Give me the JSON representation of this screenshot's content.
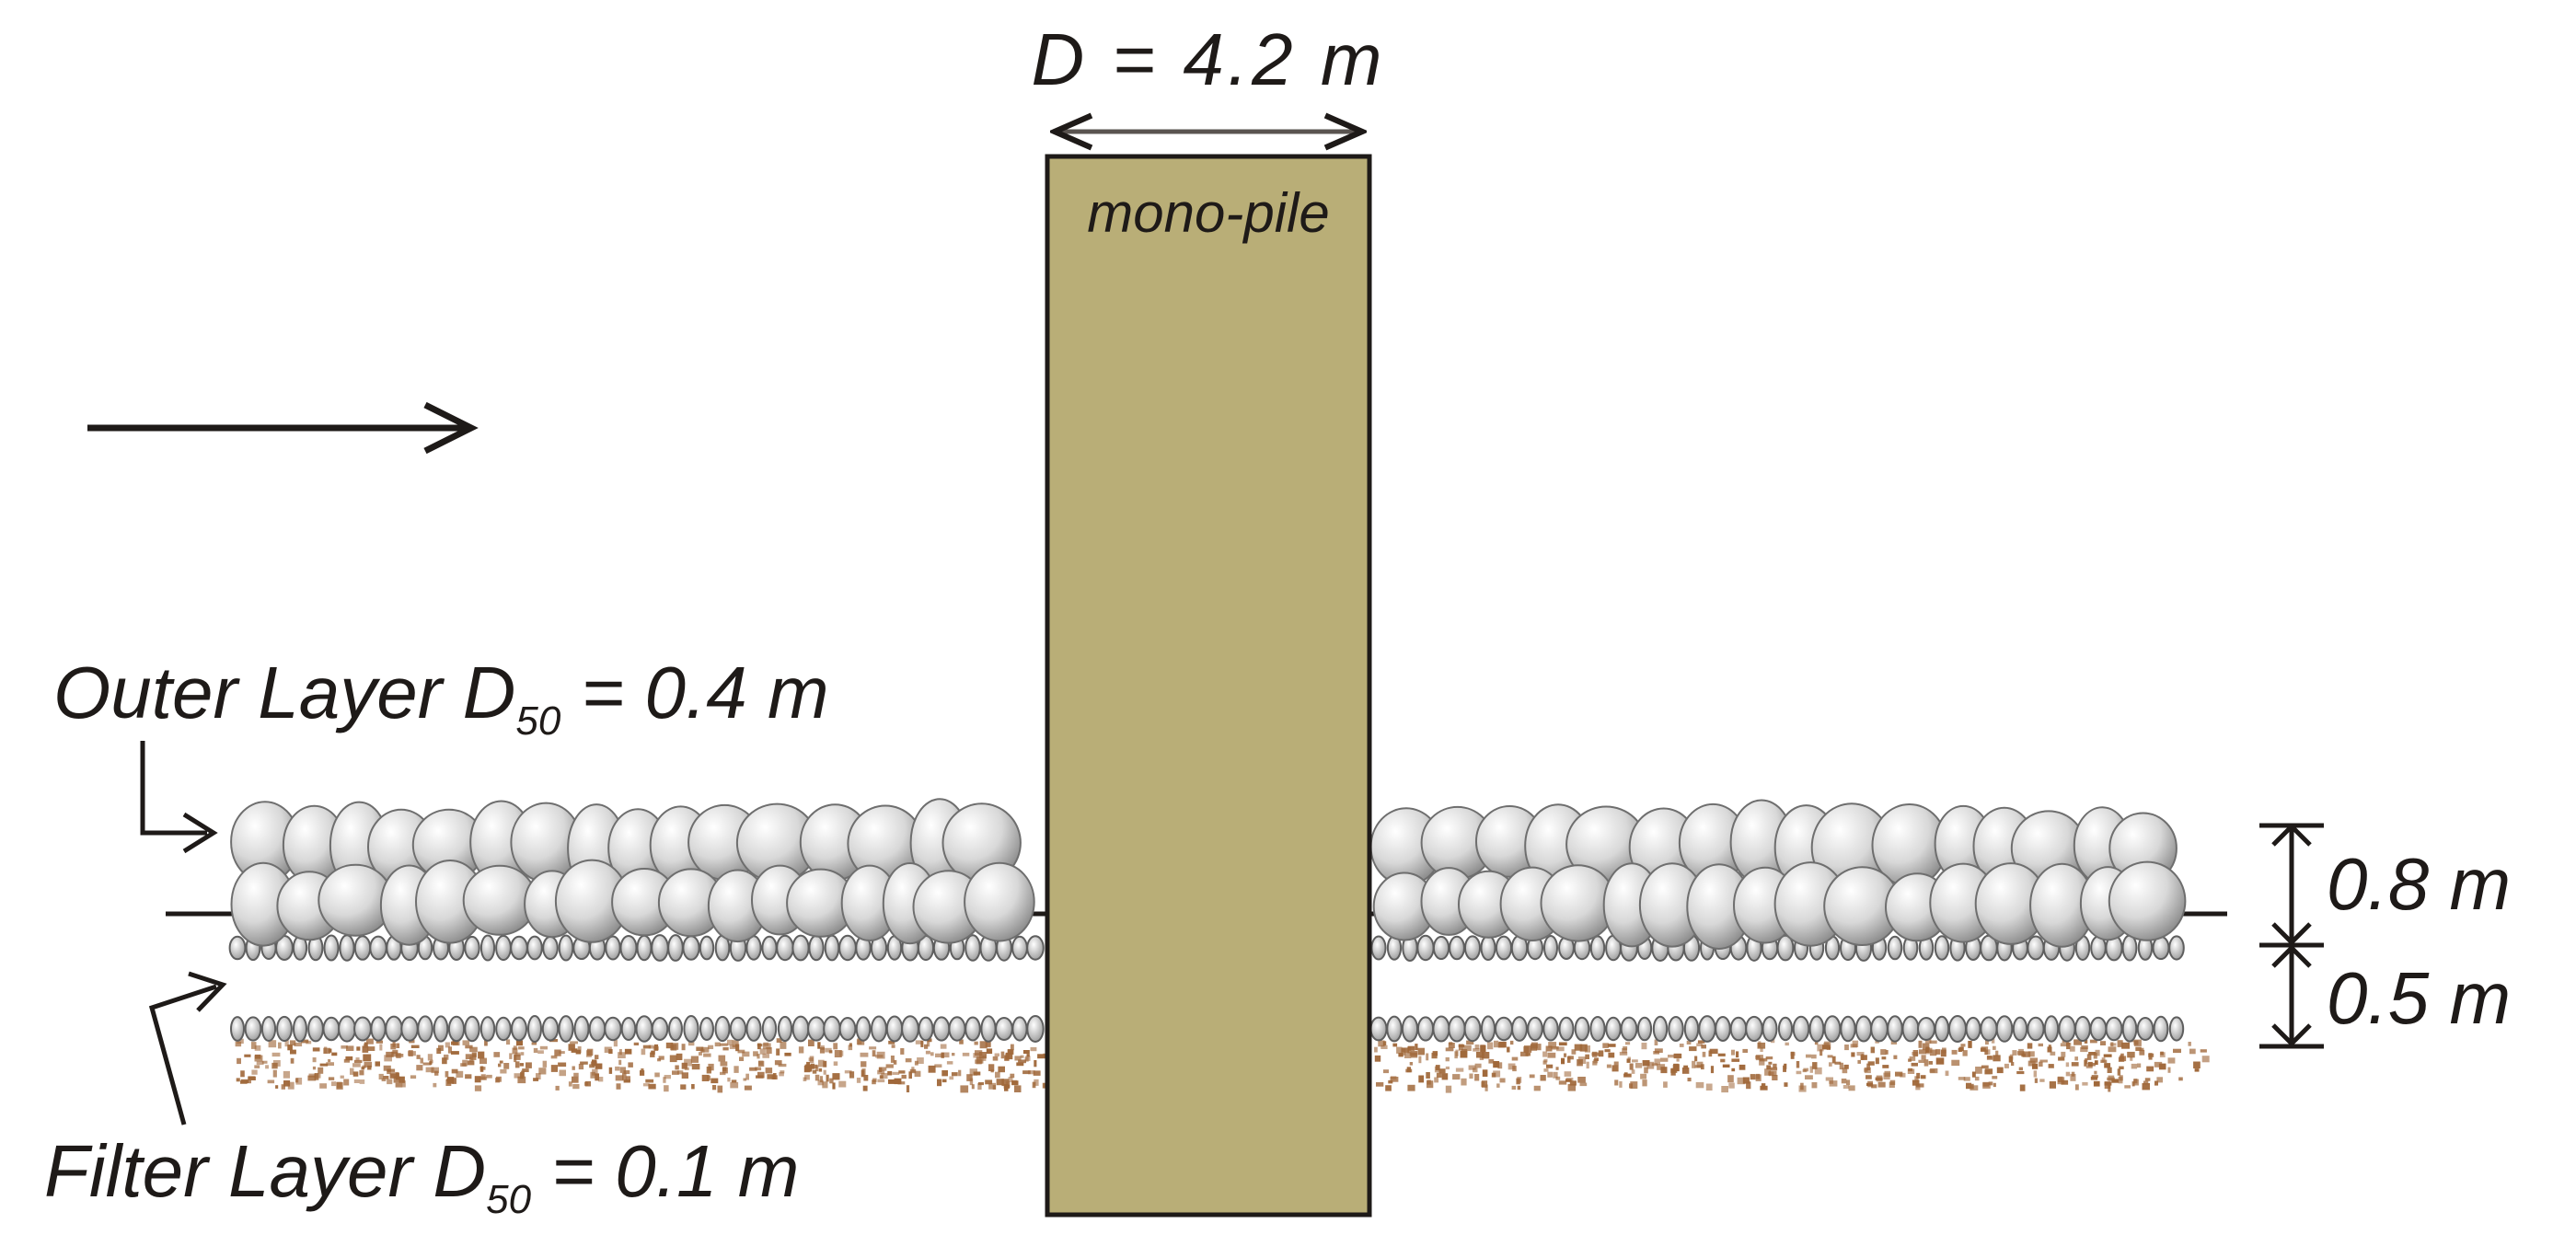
{
  "pile": {
    "diameter_label": "D = 4.2 m",
    "name": "mono-pile",
    "fill_color": "#b9ae77"
  },
  "outer_layer": {
    "label_prefix": "Outer Layer D",
    "label_sub": "50",
    "label_suffix": " = 0.4 m",
    "thickness_label": "0.8 m"
  },
  "filter_layer": {
    "label_prefix": "Filter Layer D",
    "label_sub": "50",
    "label_suffix": " = 0.1 m",
    "thickness_label": "0.5 m"
  },
  "colors": {
    "ink": "#1e1a18",
    "stone": "#c9c9c9",
    "sediment": "#a0683a"
  }
}
